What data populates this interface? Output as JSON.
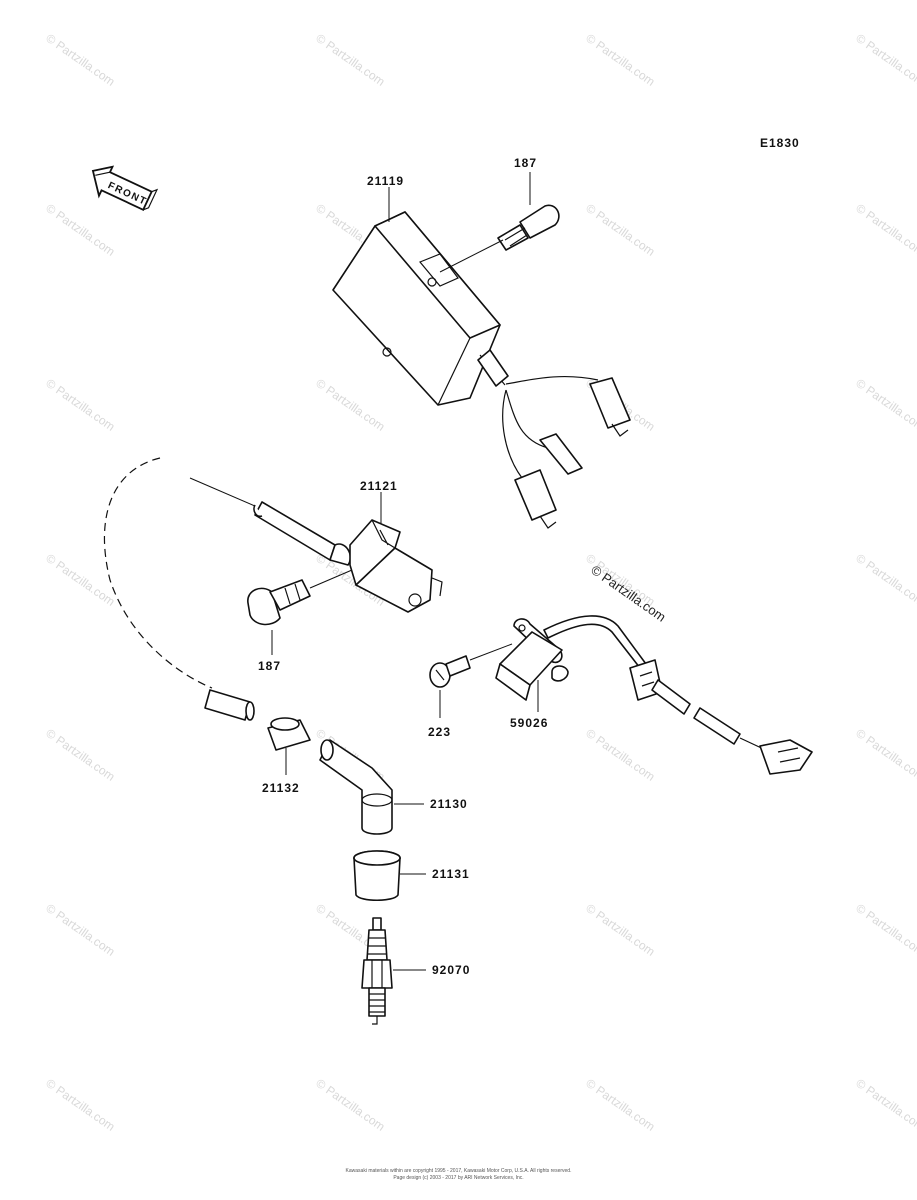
{
  "diagram_code": "E1830",
  "front_label": "FRONT",
  "watermark": "© Partzilla.com",
  "parts": [
    {
      "id": "21119"
    },
    {
      "id": "187"
    },
    {
      "id": "21121"
    },
    {
      "id": "187"
    },
    {
      "id": "223"
    },
    {
      "id": "59026"
    },
    {
      "id": "21132"
    },
    {
      "id": "21130"
    },
    {
      "id": "21131"
    },
    {
      "id": "92070"
    }
  ],
  "footer": {
    "line1": "Kawasaki materials within are copyright 1995 - 2017, Kawasaki Motor Corp, U.S.A.  All rights reserved.",
    "line2": "Page design (c) 2003 - 2017 by ARI Network Services, Inc."
  }
}
